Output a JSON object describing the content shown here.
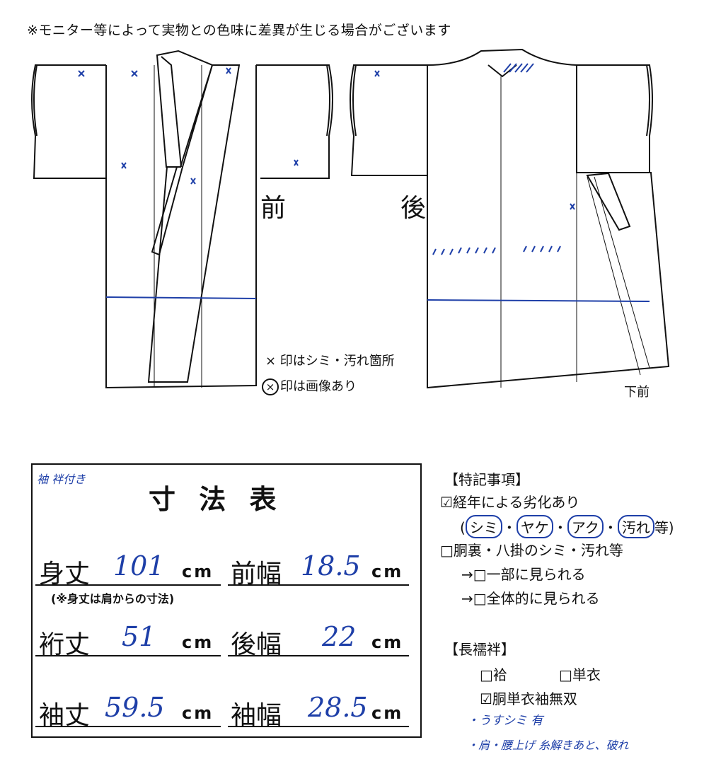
{
  "notice": "※モニター等によって実物との色味に差異が生じる場合がございます",
  "diagram": {
    "front_label": "前",
    "back_label": "後",
    "legend_x": "× 印はシミ・汚れ箇所",
    "legend_circle_symbol": "×",
    "legend_circle": "印は画像あり",
    "shitamae": "下前"
  },
  "measurements": {
    "title": "寸 法 表",
    "handwritten_note": "袖 袢付き",
    "note_below": "(※身丈は肩からの寸法)",
    "unit": "cm",
    "items": [
      {
        "label": "身丈",
        "value": "101"
      },
      {
        "label": "前幅",
        "value": "18.5"
      },
      {
        "label": "裄丈",
        "value": "51"
      },
      {
        "label": "後幅",
        "value": "22"
      },
      {
        "label": "袖丈",
        "value": "59.5"
      },
      {
        "label": "袖幅",
        "value": "28.5"
      }
    ]
  },
  "special": {
    "header": "【特記事項】",
    "line1_box": "☑",
    "line1": "経年による劣化あり",
    "tags_open": "(",
    "tags": [
      "シミ",
      "ヤケ",
      "アク",
      "汚れ"
    ],
    "tags_suffix": "等)",
    "line2": "□胴裏・八掛のシミ・汚れ等",
    "line3": "→□一部に見られる",
    "line4": "→□全体的に見られる"
  },
  "nagajuban": {
    "header": "【長襦袢】",
    "opt1": "□袷",
    "opt2": "□単衣",
    "opt3": "☑胴単衣袖無双",
    "hand1": "・うすシミ 有",
    "hand2": "・肩・腰上げ 糸解きあと、破れ"
  },
  "colors": {
    "ink": "#111111",
    "pen": "#1e3fa8"
  }
}
